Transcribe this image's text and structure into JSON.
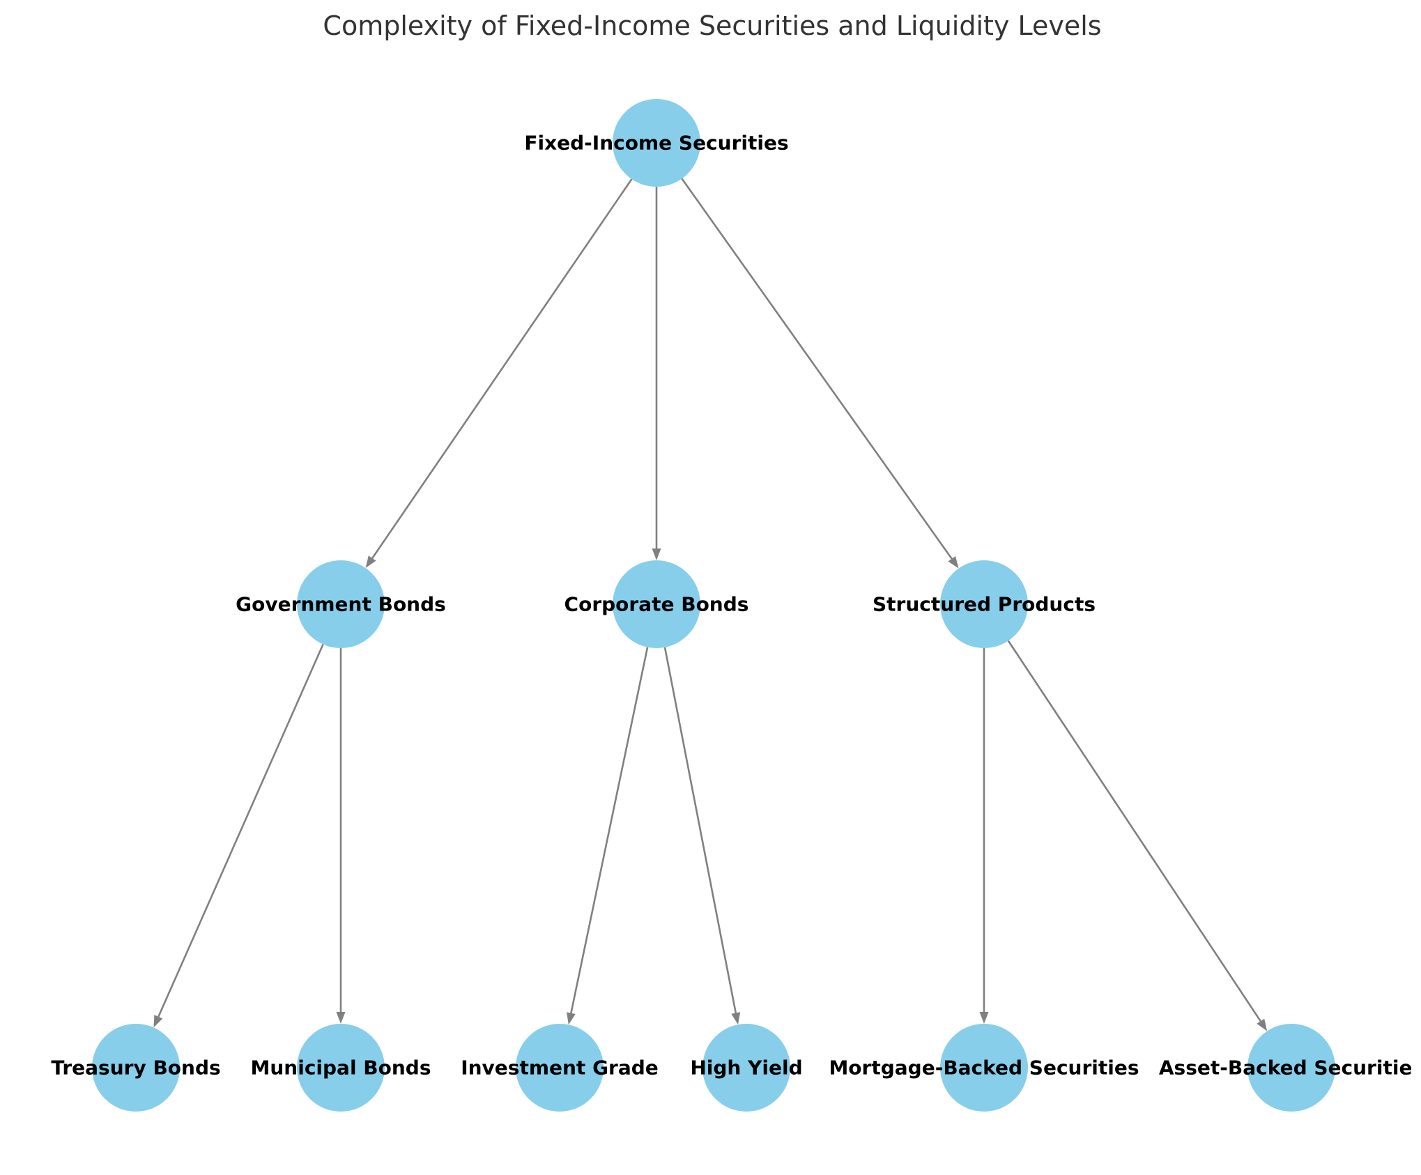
{
  "title": "Complexity of Fixed-Income Securities and Liquidity Levels",
  "colors": {
    "node_fill": "#87CEEB",
    "edge": "#808080",
    "title": "#333333",
    "label": "#000000"
  },
  "nodes": [
    {
      "id": "fis",
      "label": "Fixed-Income Securities"
    },
    {
      "id": "gov",
      "label": "Government Bonds"
    },
    {
      "id": "corp",
      "label": "Corporate Bonds"
    },
    {
      "id": "struct",
      "label": "Structured Products"
    },
    {
      "id": "treas",
      "label": "Treasury Bonds"
    },
    {
      "id": "muni",
      "label": "Municipal Bonds"
    },
    {
      "id": "ig",
      "label": "Investment Grade"
    },
    {
      "id": "hy",
      "label": "High Yield"
    },
    {
      "id": "mbs",
      "label": "Mortgage-Backed Securities"
    },
    {
      "id": "abs",
      "label": "Asset-Backed Securities"
    }
  ],
  "edges": [
    {
      "from": "fis",
      "to": "gov"
    },
    {
      "from": "fis",
      "to": "corp"
    },
    {
      "from": "fis",
      "to": "struct"
    },
    {
      "from": "gov",
      "to": "treas"
    },
    {
      "from": "gov",
      "to": "muni"
    },
    {
      "from": "corp",
      "to": "ig"
    },
    {
      "from": "corp",
      "to": "hy"
    },
    {
      "from": "struct",
      "to": "mbs"
    },
    {
      "from": "struct",
      "to": "abs"
    }
  ]
}
